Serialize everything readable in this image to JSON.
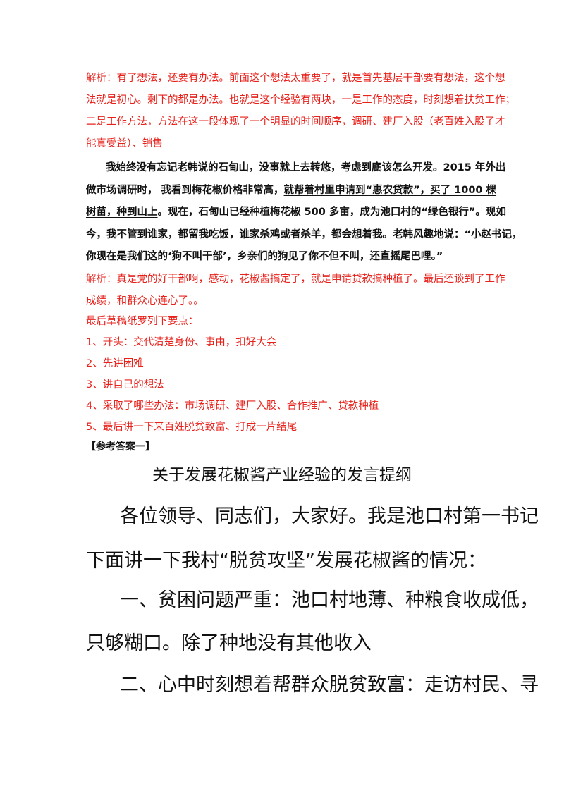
{
  "analysis1": {
    "lines": [
      "解析：有了想法，还要有办法。前面这个想法太重要了，就是首先基层干部要有想法，这个想",
      "法就是初心。剩下的都是办法。也就是这个经验有两块，一是工作的态度，时刻想着扶贫工作；",
      "二是工作方法，方法在这一段体现了一个明显的时间顺序，调研、建厂入股（老百姓入股了才",
      "能真受益）、销售"
    ]
  },
  "passage": {
    "line1": "我始终没有忘记老韩说的石甸山，没事就上去转悠，考虑到底该怎么开发。2015 年外出",
    "line2_a": "做市场调研时，  我看到梅花椒价格非常高，",
    "line2_b": "就帮着村里申请到“惠农贷款”，买了 1000 棵",
    "line3_a": "树苗，种到山上",
    "line3_b": "。现在，石甸山已经种植梅花椒 500 多亩，成为池口村的“绿色银行”。现如",
    "line4": "今，我不管到谁家，都留我吃饭，谁家杀鸡或者杀羊，都会想着我。老韩风趣地说：“小赵书记，",
    "line5": "你现在是我们这的‘狗不叫干部’，乡亲们的狗见了你不但不叫，还直摇尾巴哩。”"
  },
  "analysis2": {
    "lines": [
      "解析：真是党的好干部啊，感动，花椒酱搞定了，就是申请贷款搞种植了。最后还谈到了工作",
      "成绩，和群众心连心了。。"
    ]
  },
  "draft": {
    "intro": "最后草稿纸罗列下要点：",
    "points": [
      "1、开头：交代清楚身份、事由，扣好大会",
      "2、先讲困难",
      "3、讲自己的想法",
      "4、采取了哪些办法：市场调研、建厂入股、合作推广、贷款种植",
      "5、最后讲一下来百姓脱贫致富、打成一片结尾"
    ]
  },
  "reference_label": "【参考答案一】",
  "answer": {
    "title": "关于发展花椒酱产业经验的发言提纲",
    "lines": [
      "各位领导、同志们，大家好。我是池口村第一书记",
      "下面讲一下我村“脱贫攻坚”发展花椒酱的情况：",
      "一、贫困问题严重：池口村地薄、种粮食收成低，",
      "只够糊口。除了种地没有其他收入",
      "二、心中时刻想着帮群众脱贫致富：走访村民、寻"
    ]
  },
  "colors": {
    "analysis": "#e8211b",
    "body": "#111111"
  }
}
